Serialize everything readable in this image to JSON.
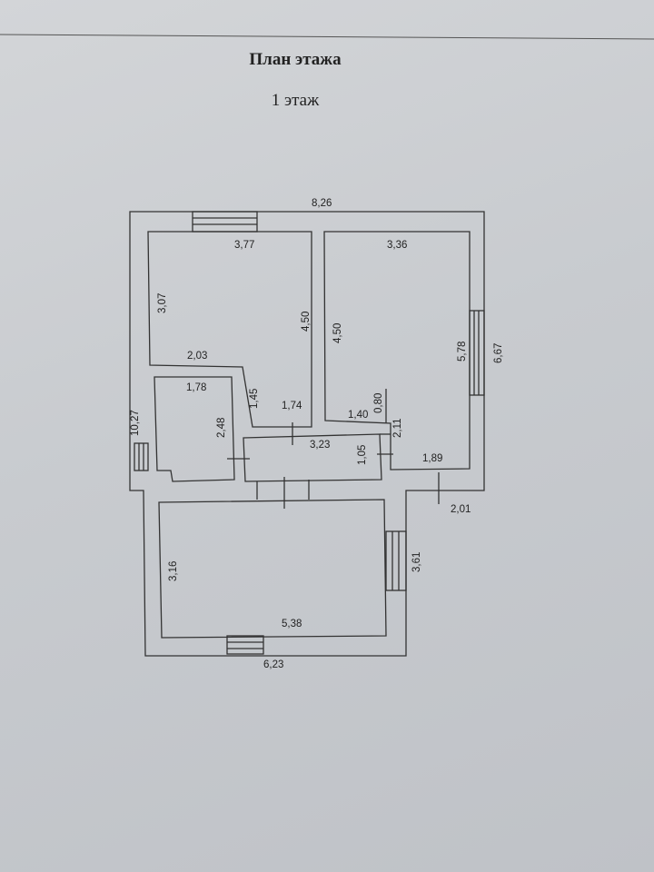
{
  "header": {
    "title": "План этажа",
    "floor": "1 этаж"
  },
  "dimensions": {
    "outer_top": "8,26",
    "outer_left": "10,27",
    "outer_right": "6,67",
    "outer_bottom": "6,23",
    "step_right": "3,61",
    "step_width": "2,01",
    "room1_width": "3,77",
    "room1_left": "3,07",
    "room1_right": "4,50",
    "room1_bottom": "2,03",
    "room1_notch": "1,45",
    "corridor_top": "1,74",
    "room2_width": "3,36",
    "room2_left": "4,50",
    "room2_right": "5,78",
    "room2_notch_w": "1,40",
    "room2_notch_h": "0,80",
    "room2_bottom": "1,89",
    "small_width": "1,78",
    "small_height": "2,48",
    "hall_width": "3,23",
    "hall_height": "1,05",
    "closet_height": "2,11",
    "big_left": "3,16",
    "big_width": "5,38"
  }
}
